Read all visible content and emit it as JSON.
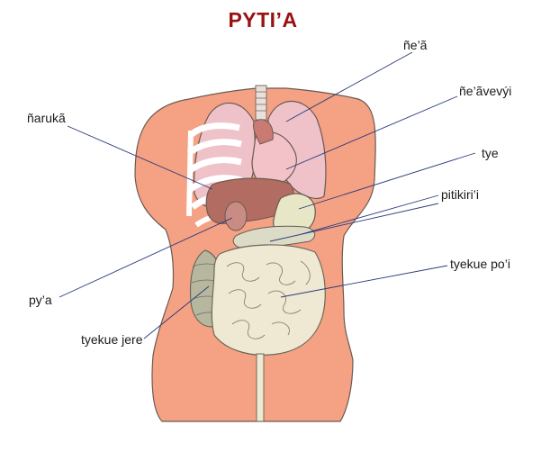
{
  "title": "PYTI’A",
  "labels": {
    "lungs": "ñe’ã",
    "heart": "ñe’ãvevýi",
    "liver": "ñarukã",
    "stomach": "tye",
    "pancreas": "pitikiri’i",
    "small_intestine": "tyekue po’i",
    "gallbladder": "py’a",
    "large_intestine": "tyekue jere"
  },
  "colors": {
    "title": "#9a1111",
    "skin": "#f4a184",
    "lung": "#eec2c8",
    "heart": "#f2c2c8",
    "liver": "#b36c62",
    "stomach": "#c88a7e",
    "organ_light": "#e7e6c6",
    "leader": "#2a3a7a"
  }
}
